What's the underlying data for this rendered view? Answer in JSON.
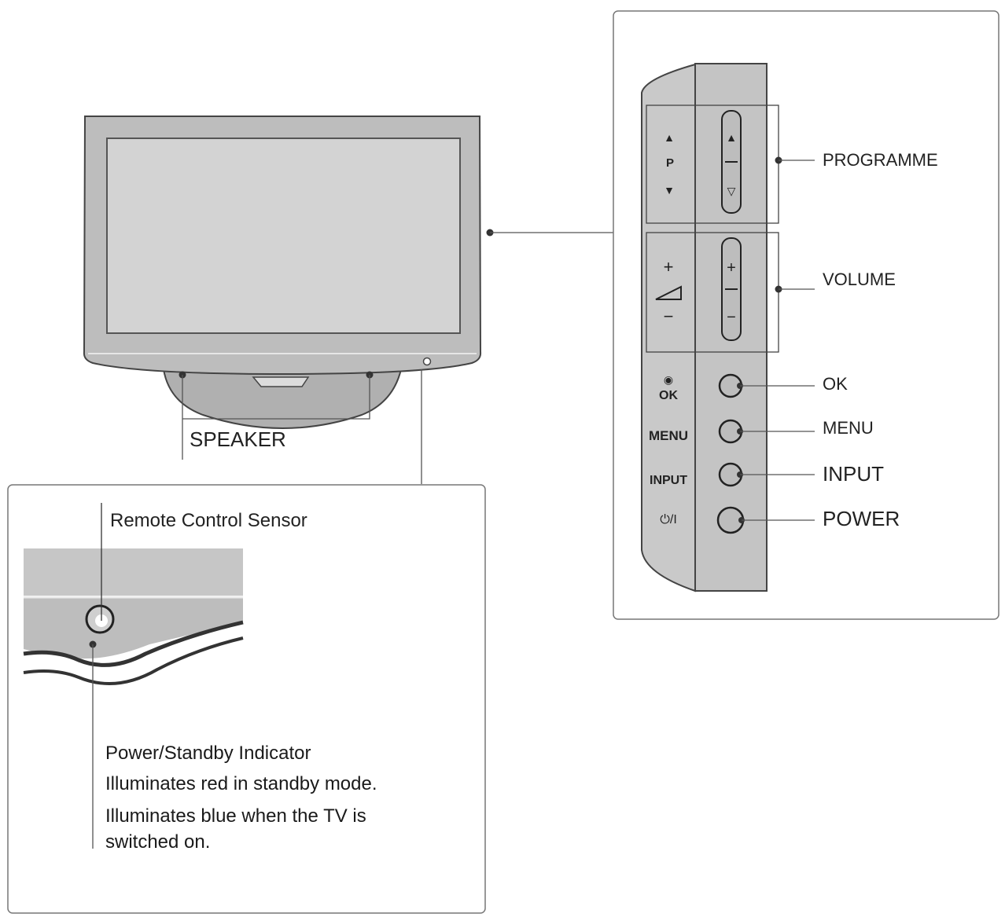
{
  "callouts": {
    "speaker": "SPEAKER",
    "remote_sensor": "Remote Control Sensor",
    "programme": "PROGRAMME",
    "volume": "VOLUME",
    "ok": "OK",
    "menu": "MENU",
    "input": "INPUT",
    "power": "POWER"
  },
  "panel_labels": {
    "prog_up": "▲",
    "prog_p": "P",
    "prog_down": "▼",
    "prog_btn_up": "▲",
    "prog_btn_down": "▽",
    "vol_plus": "+",
    "vol_minus": "−",
    "vol_btn_plus": "+",
    "vol_btn_minus": "−",
    "ok_symbol": "◉",
    "ok": "OK",
    "menu": "MENU",
    "input": "INPUT",
    "power": "⏻/I"
  },
  "indicator_description": {
    "title": "Power/Standby Indicator",
    "line1": "Illuminates red in standby mode.",
    "line2": "Illuminates blue when the TV is",
    "line3": "switched on."
  },
  "colors": {
    "tv_body": "#bdbdbd",
    "screen": "#d3d3d3",
    "panel": "#c8c8c8",
    "stroke": "#444444",
    "line": "#555555"
  }
}
